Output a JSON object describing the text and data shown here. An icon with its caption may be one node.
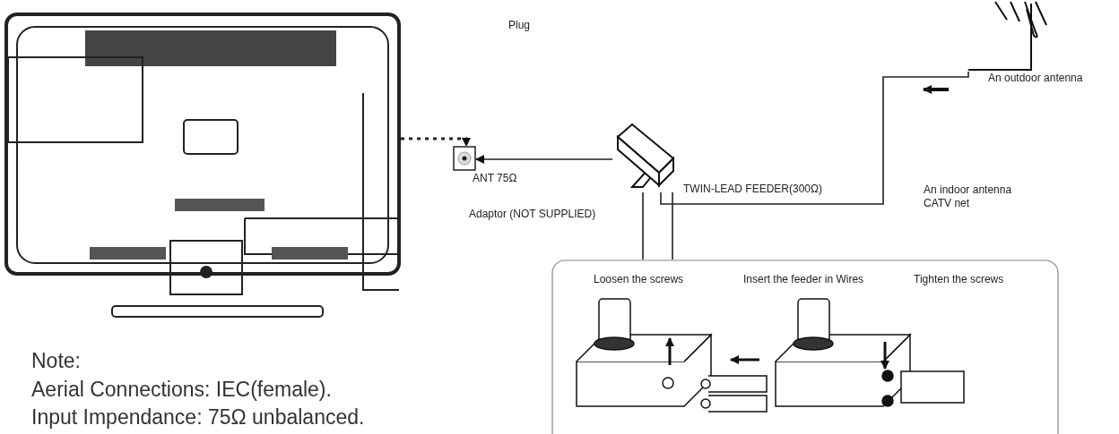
{
  "diagram": {
    "nodes": [
      {
        "text": [],
        "shape": "picture"
      },
      {
        "text": [],
        "shape": "box",
        "beside": [
          "ANT 75Ω"
        ]
      },
      {
        "text": [],
        "shape": "picture",
        "beside": [
          "Adaptor (NOT SUPPLIED)"
        ]
      },
      {
        "text": [],
        "shape": "picture",
        "beside": [
          "An outdoor antenna"
        ]
      },
      {
        "text": [
          "Loosen the screws",
          "Insert the feeder in Wires",
          "Tighten the screws"
        ]
      }
    ],
    "edges": [
      {
        "from": 0,
        "to": 1,
        "arrow": "to",
        "style": "dashed"
      },
      {
        "from": 2,
        "to": 1,
        "arrow": "to"
      },
      {
        "from": 3,
        "to": 2,
        "arrow": "none",
        "label": "TWIN-LEAD FEEDER(300Ω)"
      },
      {
        "from": 2,
        "to": 4,
        "arrow": "none"
      }
    ],
    "labels": [
      "Plug",
      "An indoor antenna CATV net",
      "Note:",
      "Aerial Connections: IEC(female).",
      "Input Impendance: 75Ω unbalanced."
    ]
  }
}
